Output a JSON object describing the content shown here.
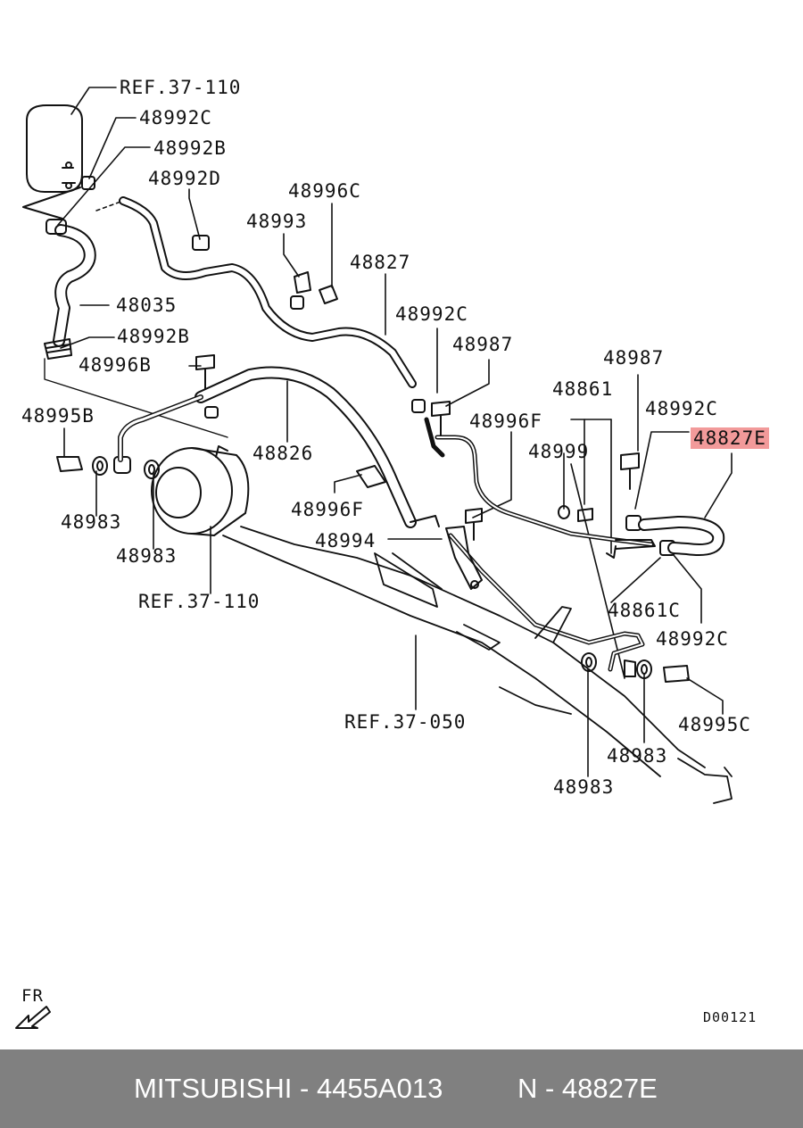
{
  "callouts": {
    "ref_37_110_top": "REF.37-110",
    "p48992c_a": "48992C",
    "p48992b_a": "48992B",
    "p48992d": "48992D",
    "p48996c": "48996C",
    "p48993": "48993",
    "p48827": "48827",
    "p48035": "48035",
    "p48992c_b": "48992C",
    "p48992b_b": "48992B",
    "p48987_a": "48987",
    "p48996b": "48996B",
    "p48987_b": "48987",
    "p48861": "48861",
    "p48995b": "48995B",
    "p48992c_c": "48992C",
    "p48996f_a": "48996F",
    "p48827e": "48827E",
    "p48826": "48826",
    "p48999": "48999",
    "p48983_a": "48983",
    "p48996f_b": "48996F",
    "p48983_b": "48983",
    "p48994": "48994",
    "ref_37_110_bottom": "REF.37-110",
    "p48861c": "48861C",
    "p48992c_d": "48992C",
    "ref_37_050": "REF.37-050",
    "p48995c": "48995C",
    "p48983_c": "48983",
    "p48983_d": "48983"
  },
  "orientation_label": "FR",
  "diagram_code": "D00121",
  "footer": {
    "brand_part": "MITSUBISHI - 4455A013",
    "ref_number": "N - 48827E"
  },
  "colors": {
    "highlight": "#f29a9a",
    "footer_background": "#808080",
    "footer_text": "#ffffff",
    "line": "#111111"
  }
}
